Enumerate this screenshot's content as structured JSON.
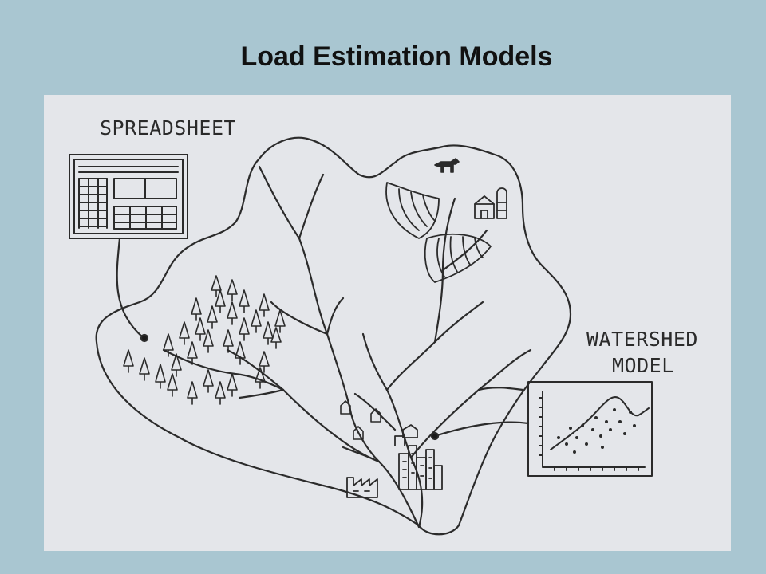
{
  "slide": {
    "title": "Load Estimation Models"
  },
  "sketch": {
    "spreadsheet_label": "SPREADSHEET",
    "watershed_label_line1": "WATERSHED",
    "watershed_label_line2": "MODEL"
  },
  "icons": [
    "spreadsheet-icon",
    "scatter-plot-icon",
    "forest-icon",
    "barn-icon",
    "silo-icon",
    "animal-icon",
    "crop-field-icon",
    "house-icon",
    "city-icon",
    "factory-icon",
    "river-icon",
    "watershed-boundary"
  ]
}
